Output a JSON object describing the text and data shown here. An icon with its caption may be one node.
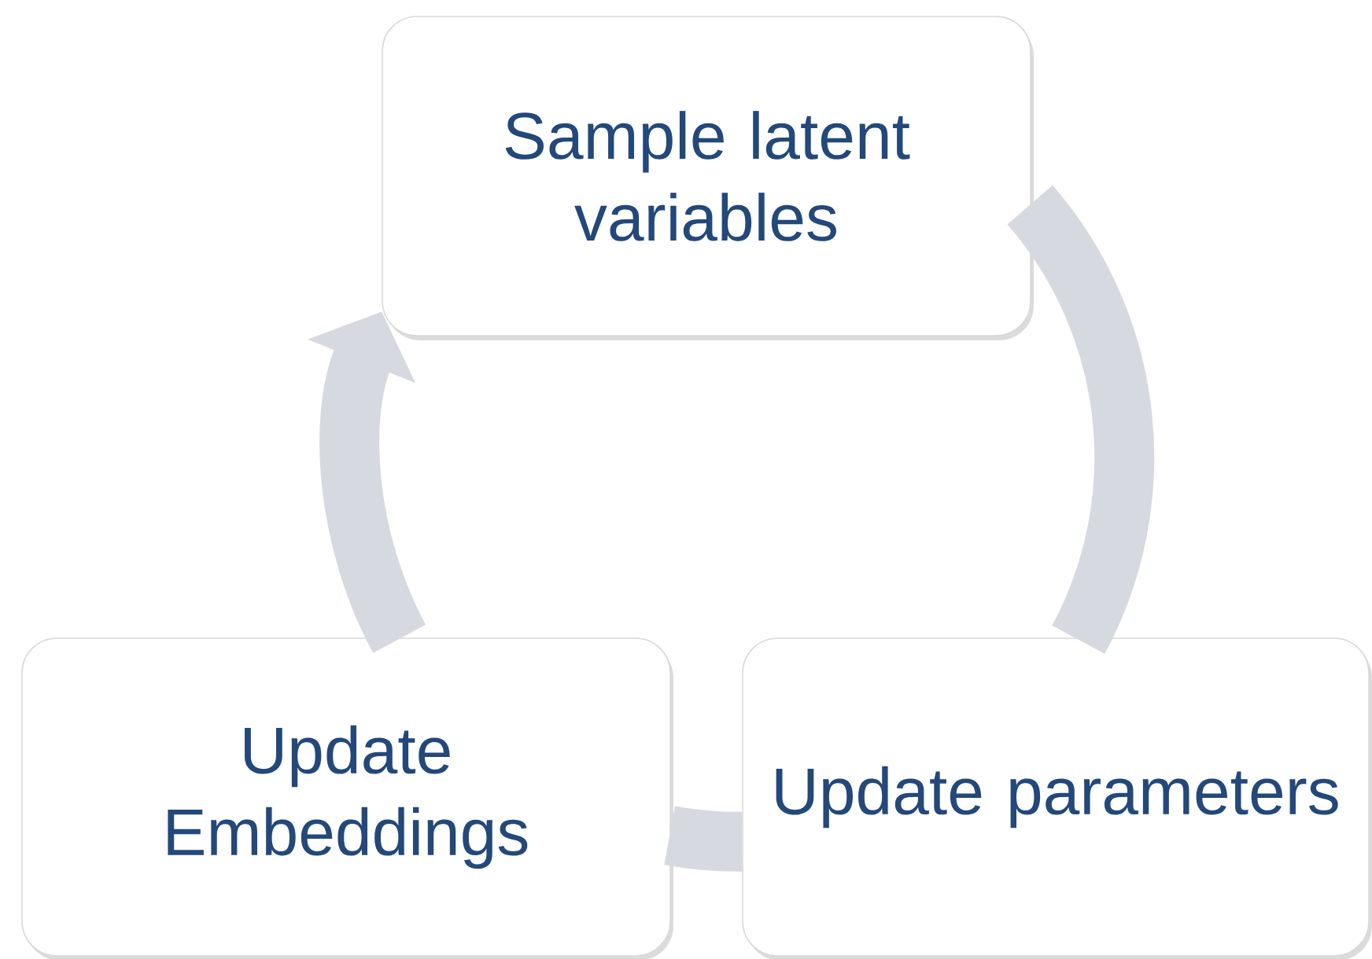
{
  "diagram": {
    "nodes": [
      {
        "text": [
          "Sample latent variables"
        ]
      },
      {
        "text": [
          "Update parameters"
        ]
      },
      {
        "text": [
          "Update Embeddings"
        ]
      }
    ],
    "edges": [
      {
        "from": 0,
        "to": 1,
        "arrow": "none"
      },
      {
        "from": 1,
        "to": 2,
        "arrow": "none"
      },
      {
        "from": 2,
        "to": 0,
        "arrow": "to"
      }
    ]
  }
}
